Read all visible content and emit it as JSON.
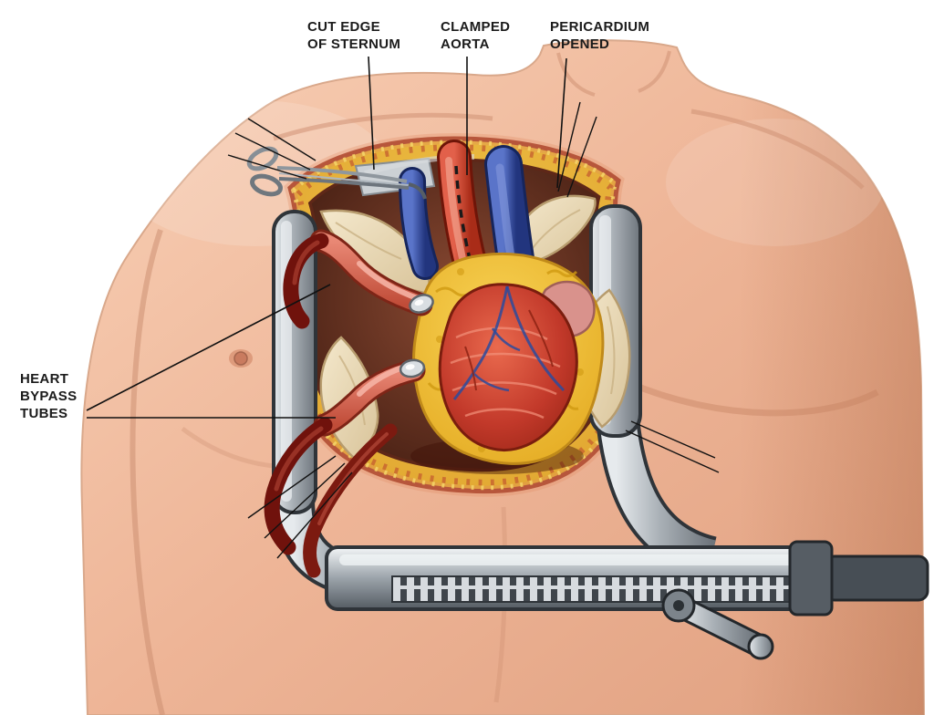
{
  "figure": {
    "labels": {
      "cut_edge_of_sternum": "CUT EDGE\nOF STERNUM",
      "clamped_aorta": "CLAMPED\nAORTA",
      "pericardium_opened": "PERICARDIUM\nOPENED",
      "heart_bypass_tubes": "HEART\nBYPASS\nTUBES"
    },
    "colors": {
      "background": "#ffffff",
      "skin": "#eeb597",
      "skin_shadow": "#d18c69",
      "wound_fat_yellow": "#e9b93d",
      "wound_edge_red": "#a5402a",
      "cavity_brown": "#5d2a1b",
      "heart_red": "#c23a28",
      "epicardial_fat": "#f1c232",
      "vein_blue": "#2c4b9e",
      "artery_red": "#c0392b",
      "pericardium_cream": "#e9dab5",
      "retractor_metal": "#9aa2a9",
      "bypass_tube_pink": "#d96a57",
      "bypass_tube_dark": "#70120c",
      "suture_black": "#111111",
      "label_text": "#1b1b1b"
    }
  }
}
